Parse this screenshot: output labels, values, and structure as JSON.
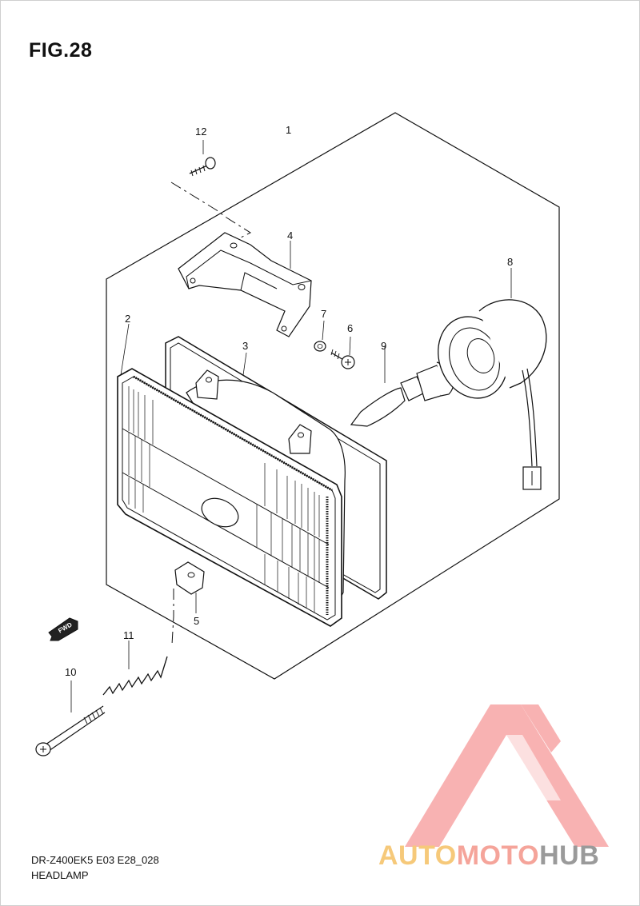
{
  "figure": {
    "title": "FIG.28",
    "model_code": "DR-Z400EK5 E03 E28_028",
    "name": "HEADLAMP"
  },
  "callouts": {
    "p1": "1",
    "p2": "2",
    "p3": "3",
    "p4": "4",
    "p5": "5",
    "p6": "6",
    "p7": "7",
    "p8": "8",
    "p9": "9",
    "p10": "10",
    "p11": "11",
    "p12": "12"
  },
  "direction_badge": "FWD",
  "watermark": {
    "part1": "AUTO",
    "part2": "MOTO",
    "part3": "HUB",
    "color_auto": "#f6c97a",
    "color_moto": "#f5a49a",
    "color_hub": "#9a9a9a",
    "logo_color": "#f7a5a5"
  }
}
